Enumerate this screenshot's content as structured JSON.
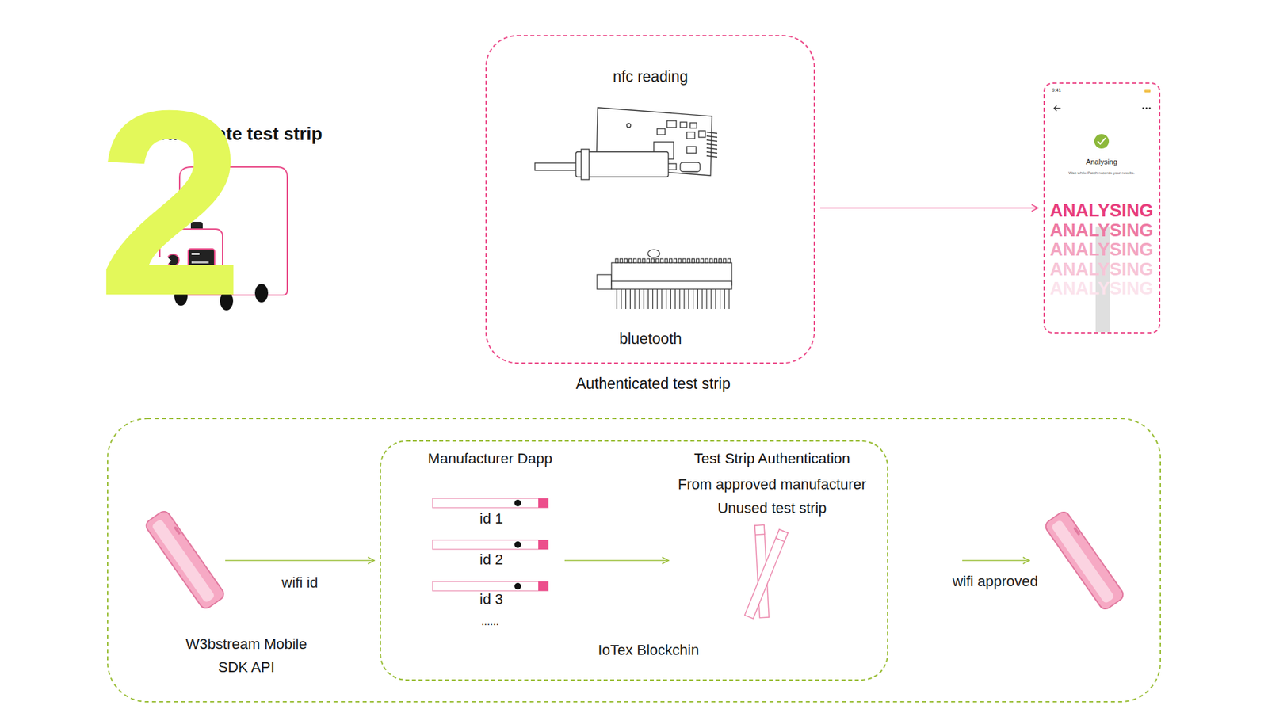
{
  "diagram": {
    "title": "Read Nitate test strip",
    "nodes": [
      {
        "text": [
          "nfc reading",
          "bluetooth",
          "Authenticated test strip"
        ]
      },
      {
        "text": [
          "9:41",
          "Analysing",
          "Wait while Patch records your results.",
          "ANALYSING",
          "ANALYSING",
          "ANALYSING",
          "ANALYSING",
          "ANALYSING"
        ]
      },
      {
        "text": [
          "W3bstream Mobile SDK API"
        ]
      },
      {
        "text": [
          "IoTex Blockchin"
        ]
      },
      {
        "text": [
          "Manufacturer Dapp",
          "id 1",
          "id 2",
          "id 3",
          "......"
        ],
        "in": 3
      },
      {
        "text": [
          "Test Strip Authentication",
          "From approved manufacturer",
          "Unused test strip"
        ],
        "in": 3
      }
    ],
    "edges": [
      {
        "from": 0,
        "to": 1,
        "arrow": "to"
      },
      {
        "from": 2,
        "to": 3,
        "label": "wifi id",
        "arrow": "to"
      },
      {
        "from": 4,
        "to": 5,
        "arrow": "to"
      }
    ],
    "labels": [
      "2",
      "wifi approved"
    ]
  }
}
